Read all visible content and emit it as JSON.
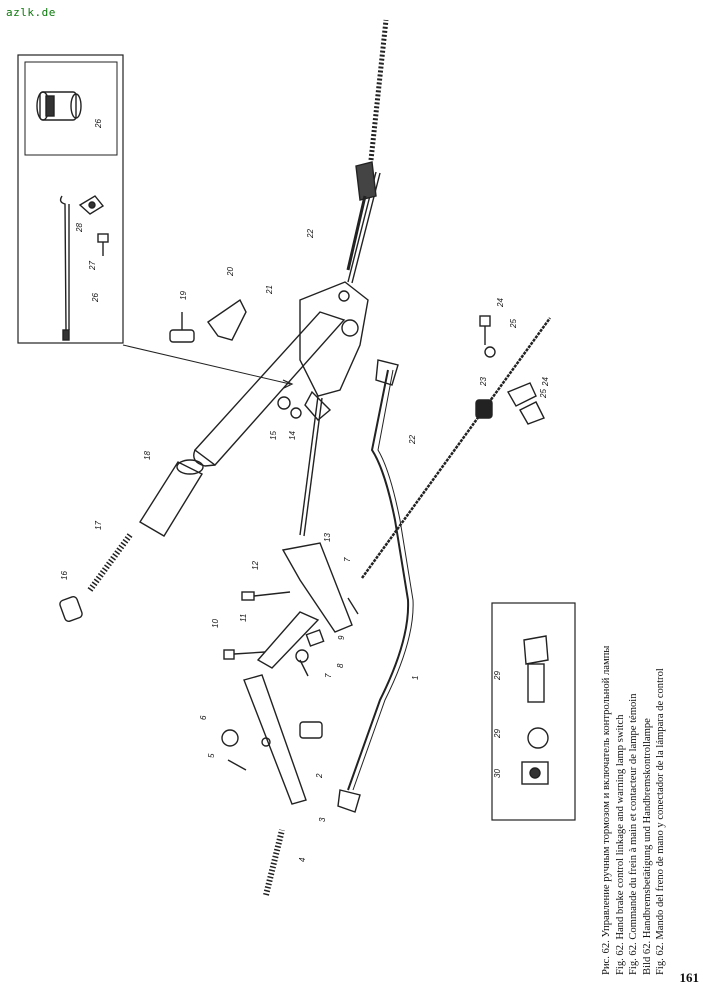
{
  "watermark": "azlk.de",
  "page_number": "161",
  "captions": [
    "Рис. 62. Управление ручным тормозом и включатель контрольной лампы",
    "Fig. 62. Hand brake control linkage and warning lamp switch",
    "Fig. 62. Commande du frein à main et contacteur de lampe témoin",
    "Bild 62. Handbremsbetätigung und Handbremskontrollampe",
    "Fig. 62. Mando del freno de mano y conectador de la lámpara de control"
  ],
  "part_labels": [
    "1",
    "2",
    "3",
    "4",
    "5",
    "6",
    "7",
    "7",
    "8",
    "9",
    "10",
    "11",
    "12",
    "13",
    "14",
    "15",
    "16",
    "17",
    "18",
    "19",
    "20",
    "21",
    "22",
    "22",
    "23",
    "24",
    "25",
    "24",
    "25",
    "26",
    "26",
    "27",
    "28",
    "29",
    "29",
    "30"
  ]
}
